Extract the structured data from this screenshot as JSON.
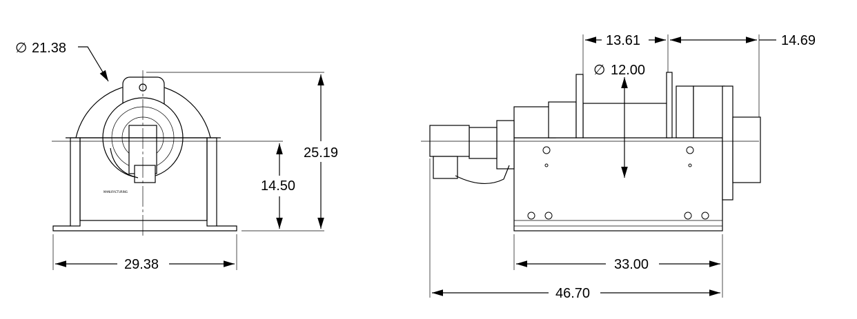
{
  "drawing": {
    "front_view": {
      "drum_diameter": "21.38",
      "overall_height": "25.19",
      "center_height": "14.50",
      "base_width": "29.38",
      "diameter_symbol": "∅"
    },
    "side_view": {
      "drum_length": "13.61",
      "motor_offset": "14.69",
      "barrel_diameter": "12.00",
      "frame_length": "33.00",
      "overall_length": "46.70",
      "diameter_symbol": "∅"
    }
  }
}
